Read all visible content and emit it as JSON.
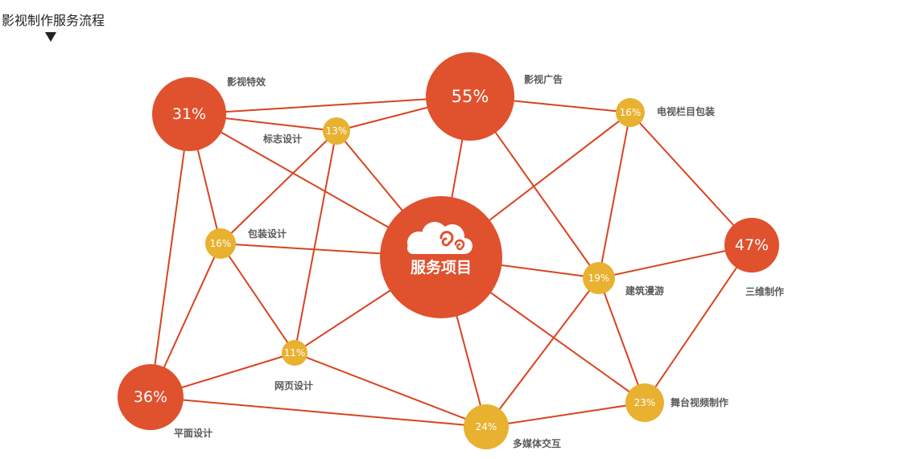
{
  "header": {
    "title": "影视制作服务流程"
  },
  "center": {
    "label": "服务项目",
    "icon": "cloud-icon"
  },
  "colors": {
    "red": "#e0512e",
    "gold": "#e8b130",
    "line": "#d9431f",
    "label": "#595959"
  },
  "nodes": [
    {
      "id": "yingshi-texiao",
      "percent": "31%",
      "label": "影视特效",
      "tone": "red"
    },
    {
      "id": "yingshi-guanggao",
      "percent": "55%",
      "label": "影视广告",
      "tone": "red"
    },
    {
      "id": "biaozhi-sheji",
      "percent": "13%",
      "label": "标志设计",
      "tone": "gold"
    },
    {
      "id": "dianshi-lanmu",
      "percent": "16%",
      "label": "电视栏目包装",
      "tone": "gold"
    },
    {
      "id": "baozhuang-sheji",
      "percent": "16%",
      "label": "包装设计",
      "tone": "gold"
    },
    {
      "id": "sanwei-zhizuo",
      "percent": "47%",
      "label": "三维制作",
      "tone": "red"
    },
    {
      "id": "jianzhu-manyou",
      "percent": "19%",
      "label": "建筑漫游",
      "tone": "gold"
    },
    {
      "id": "wangye-sheji",
      "percent": "11%",
      "label": "网页设计",
      "tone": "gold"
    },
    {
      "id": "pingmian-sheji",
      "percent": "36%",
      "label": "平面设计",
      "tone": "red"
    },
    {
      "id": "wutai-shipin",
      "percent": "23%",
      "label": "舞台视频制作",
      "tone": "gold"
    },
    {
      "id": "duomeiti-jiaohu",
      "percent": "24%",
      "label": "多媒体交互",
      "tone": "gold"
    }
  ]
}
